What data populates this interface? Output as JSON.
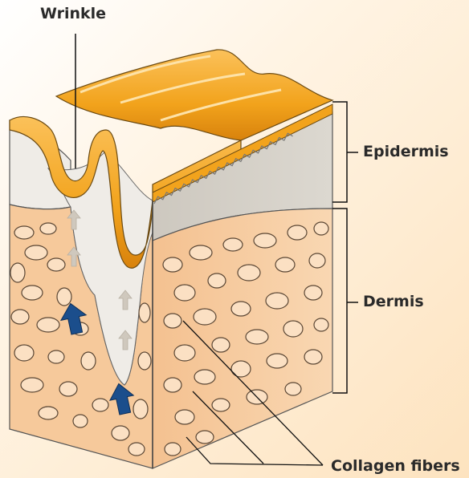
{
  "labels": {
    "wrinkle": "Wrinkle",
    "epidermis": "Epidermis",
    "dermis": "Dermis",
    "collagen": "Collagen fibers"
  },
  "colors": {
    "background": "#fde3bf",
    "surface_layer": "#f2a31c",
    "epidermis": "#d9d4cc",
    "dermis": "#f6c99b",
    "collagen": "#fbe0c3",
    "arrow_primary": "#1b4e8c",
    "arrow_faded": "#cfc8bd"
  },
  "icons": [
    "upward-arrow-icon"
  ]
}
